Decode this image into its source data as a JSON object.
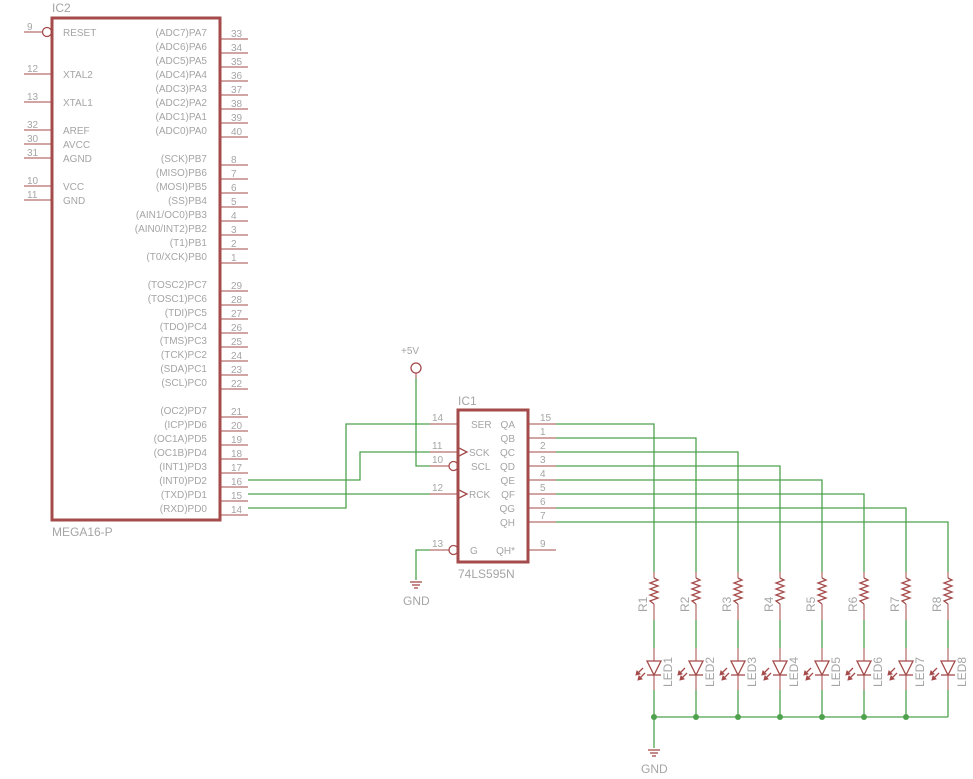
{
  "ic2": {
    "ref": "IC2",
    "value": "MEGA16-P",
    "left_pins": [
      {
        "num": "9",
        "name": "RESET",
        "inverted": true
      },
      {
        "num": "12",
        "name": "XTAL2"
      },
      {
        "num": "13",
        "name": "XTAL1"
      },
      {
        "num": "32",
        "name": "AREF"
      },
      {
        "num": "30",
        "name": "AVCC"
      },
      {
        "num": "31",
        "name": "AGND"
      },
      {
        "num": "10",
        "name": "VCC"
      },
      {
        "num": "11",
        "name": "GND"
      }
    ],
    "right_pins": [
      {
        "num": "33",
        "name": "(ADC7)PA7"
      },
      {
        "num": "34",
        "name": "(ADC6)PA6"
      },
      {
        "num": "35",
        "name": "(ADC5)PA5"
      },
      {
        "num": "36",
        "name": "(ADC4)PA4"
      },
      {
        "num": "37",
        "name": "(ADC3)PA3"
      },
      {
        "num": "38",
        "name": "(ADC2)PA2"
      },
      {
        "num": "39",
        "name": "(ADC1)PA1"
      },
      {
        "num": "40",
        "name": "(ADC0)PA0"
      },
      {
        "num": "8",
        "name": "(SCK)PB7"
      },
      {
        "num": "7",
        "name": "(MISO)PB6"
      },
      {
        "num": "6",
        "name": "(MOSI)PB5"
      },
      {
        "num": "5",
        "name": "(SS)PB4"
      },
      {
        "num": "4",
        "name": "(AIN1/OC0)PB3"
      },
      {
        "num": "3",
        "name": "(AIN0/INT2)PB2"
      },
      {
        "num": "2",
        "name": "(T1)PB1"
      },
      {
        "num": "1",
        "name": "(T0/XCK)PB0"
      },
      {
        "num": "29",
        "name": "(TOSC2)PC7"
      },
      {
        "num": "28",
        "name": "(TOSC1)PC6"
      },
      {
        "num": "27",
        "name": "(TDI)PC5"
      },
      {
        "num": "26",
        "name": "(TDO)PC4"
      },
      {
        "num": "25",
        "name": "(TMS)PC3"
      },
      {
        "num": "24",
        "name": "(TCK)PC2"
      },
      {
        "num": "23",
        "name": "(SDA)PC1"
      },
      {
        "num": "22",
        "name": "(SCL)PC0"
      },
      {
        "num": "21",
        "name": "(OC2)PD7"
      },
      {
        "num": "20",
        "name": "(ICP)PD6"
      },
      {
        "num": "19",
        "name": "(OC1A)PD5"
      },
      {
        "num": "18",
        "name": "(OC1B)PD4"
      },
      {
        "num": "17",
        "name": "(INT1)PD3"
      },
      {
        "num": "16",
        "name": "(INT0)PD2"
      },
      {
        "num": "15",
        "name": "(TXD)PD1"
      },
      {
        "num": "14",
        "name": "(RXD)PD0"
      }
    ]
  },
  "ic1": {
    "ref": "IC1",
    "value": "74LS595N",
    "left_pins": [
      {
        "num": "14",
        "name": "SER"
      },
      {
        "num": "11",
        "name": "SCK",
        "clock": true
      },
      {
        "num": "10",
        "name": "SCL",
        "inverted": true
      },
      {
        "num": "12",
        "name": "RCK",
        "clock": true
      },
      {
        "num": "13",
        "name": "G",
        "inverted": true
      }
    ],
    "right_pins": [
      {
        "num": "15",
        "name": "QA"
      },
      {
        "num": "1",
        "name": "QB"
      },
      {
        "num": "2",
        "name": "QC"
      },
      {
        "num": "3",
        "name": "QD"
      },
      {
        "num": "4",
        "name": "QE"
      },
      {
        "num": "5",
        "name": "QF"
      },
      {
        "num": "6",
        "name": "QG"
      },
      {
        "num": "7",
        "name": "QH"
      },
      {
        "num": "9",
        "name": "QH*"
      }
    ]
  },
  "power": {
    "vcc_label": "+5V",
    "gnd_label_ic1": "GND",
    "gnd_label_leds": "GND"
  },
  "resistors": [
    "R1",
    "R2",
    "R3",
    "R4",
    "R5",
    "R6",
    "R7",
    "R8"
  ],
  "leds": [
    "LED1",
    "LED2",
    "LED3",
    "LED4",
    "LED5",
    "LED6",
    "LED7",
    "LED8"
  ],
  "colors": {
    "component": "#a54b4b",
    "wire": "#4ea24e",
    "text": "#a5a5a5"
  }
}
